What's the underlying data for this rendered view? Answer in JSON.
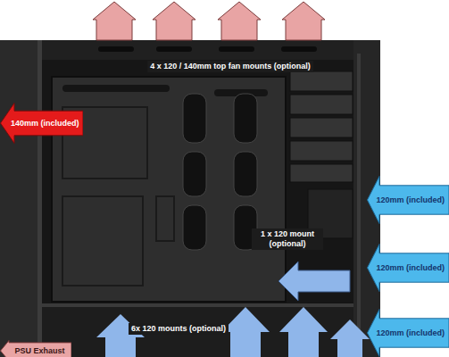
{
  "diagram": {
    "nodes": [
      {
        "text": [
          "140mm (included)"
        ]
      },
      {
        "text": [
          "120mm (included)"
        ]
      },
      {
        "text": [
          "120mm (included)"
        ]
      },
      {
        "text": [
          "120mm (included)"
        ]
      },
      {
        "text": [
          "PSU Exhaust"
        ]
      }
    ],
    "labels": [
      "4 x 120 / 140mm top fan mounts (optional)",
      "1 x 120 mount (optional)",
      "6x 120 mounts (optional)"
    ]
  }
}
